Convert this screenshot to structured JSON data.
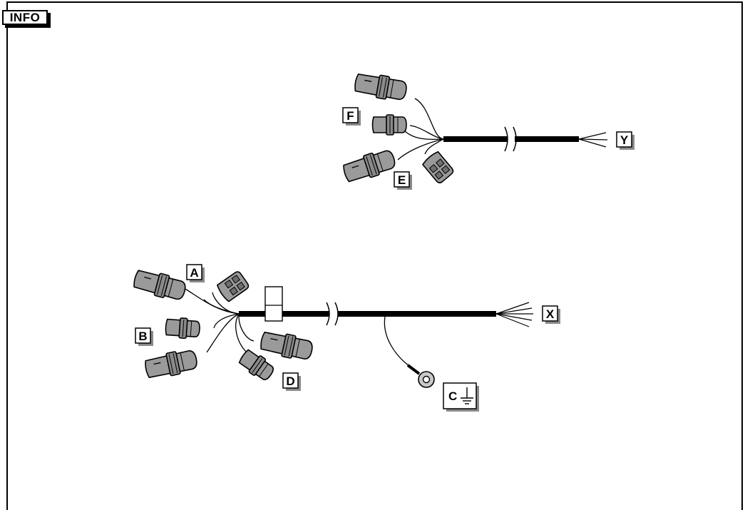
{
  "badge": {
    "text": "INFO"
  },
  "labels": {
    "a": "A",
    "b": "B",
    "c": "C",
    "d": "D",
    "e": "E",
    "f": "F",
    "x": "X",
    "y": "Y"
  },
  "icons": {
    "ground": "ground-symbol-icon"
  },
  "colors": {
    "ink": "#000000",
    "connector": "#9a9a9a",
    "connector_dark": "#6e6e6e",
    "label_shadow": "#8a8a8a"
  }
}
